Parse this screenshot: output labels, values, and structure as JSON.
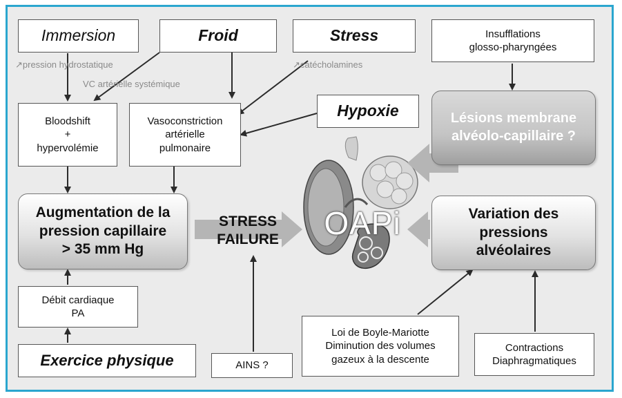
{
  "boxes": {
    "immersion": "Immersion",
    "froid": "Froid",
    "stress": "Stress",
    "insufflations": "Insufflations\nglosso-pharyngées",
    "bloodshift": "Bloodshift\n+\nhypervolémie",
    "vasoconstriction": "Vasoconstriction\nartérielle\npulmonaire",
    "hypoxie": "Hypoxie",
    "lesions": "Lésions membrane\nalvéolo-capillaire ?",
    "augmentation": "Augmentation de la\npression capillaire\n> 35 mm Hg",
    "stress_failure": "STRESS\nFAILURE",
    "oapi": "OAPi",
    "variation": "Variation des\npressions\nalvéolaires",
    "debit": "Débit cardiaque\nPA",
    "exercice": "Exercice physique",
    "ains": "AINS ?",
    "boyle": "Loi de Boyle-Mariotte\nDiminution des volumes\ngazeux à la descente",
    "contractions": "Contractions\nDiaphragmatiques"
  },
  "notes": {
    "pression_hydrostatique": "↗pression hydrostatique",
    "vc_arterielle": "VC artérielle systémique",
    "catecholamines": "↗catécholamines"
  },
  "colors": {
    "frame_border": "#2aa6cf",
    "background": "#ebebeb",
    "arrow": "#2b2b2b",
    "block_arrow": "#b5b5b5"
  }
}
